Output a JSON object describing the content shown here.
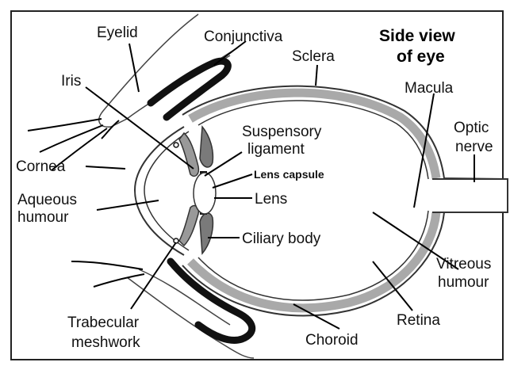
{
  "title": {
    "line1": "Side view",
    "line2": "of eye"
  },
  "labels": {
    "eyelid": "Eyelid",
    "conjunctiva": "Conjunctiva",
    "sclera": "Sclera",
    "iris": "Iris",
    "macula": "Macula",
    "optic_nerve_1": "Optic",
    "optic_nerve_2": "nerve",
    "suspensory_1": "Suspensory",
    "suspensory_2": "ligament",
    "lens_capsule": "Lens capsule",
    "cornea": "Cornea",
    "lens": "Lens",
    "aqueous_1": "Aqueous",
    "aqueous_2": "humour",
    "ciliary_body": "Ciliary body",
    "vitreous_1": "Vitreous",
    "vitreous_2": "humour",
    "retina": "Retina",
    "trabecular_1": "Trabecular",
    "trabecular_2": "meshwork",
    "choroid": "Choroid"
  }
}
